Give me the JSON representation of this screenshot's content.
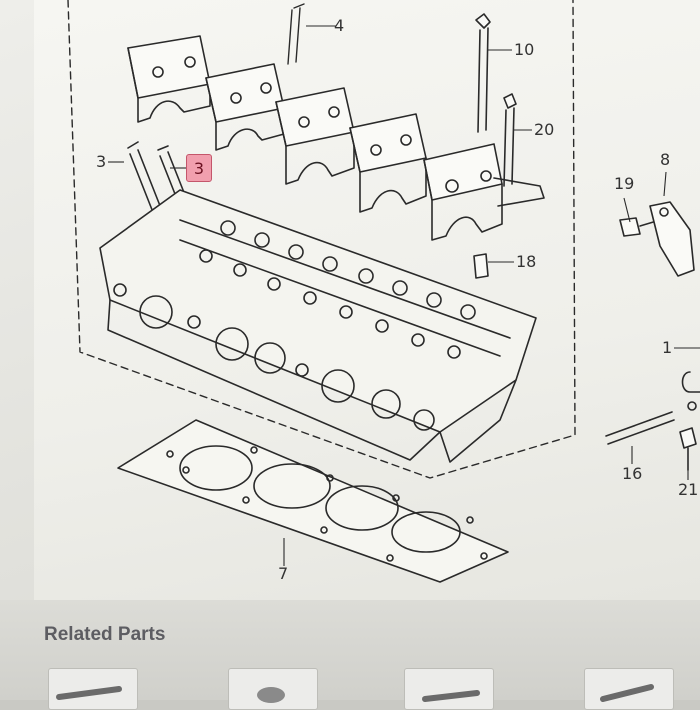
{
  "diagram": {
    "callouts": {
      "c4": "4",
      "c10": "10",
      "c20": "20",
      "c3a": "3",
      "c3b": "3",
      "c19": "19",
      "c8": "8",
      "c18": "18",
      "c1": "1",
      "c16": "16",
      "c21": "21",
      "c7": "7"
    },
    "highlight_color": "#f19fae"
  },
  "related": {
    "title": "Related Parts"
  }
}
